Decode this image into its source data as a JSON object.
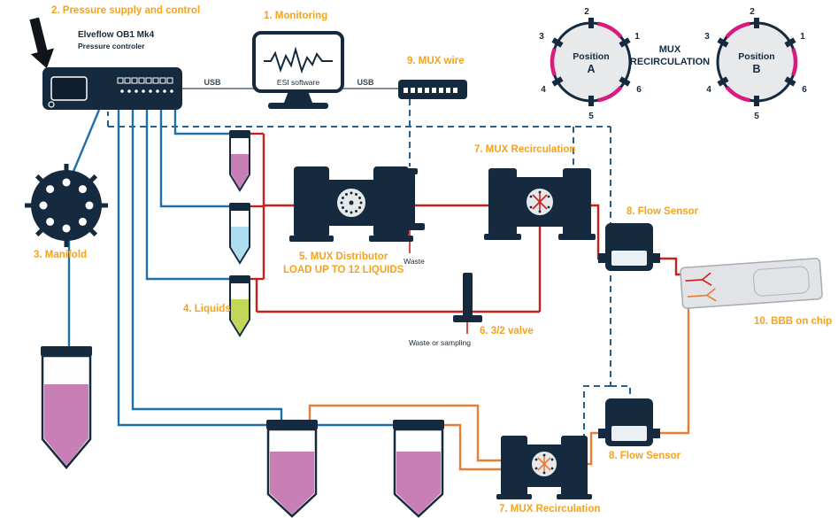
{
  "diagram": {
    "title_labels": {
      "pressure_supply": "2. Pressure supply and control",
      "monitoring": "1. Monitoring",
      "mux_wire": "9. MUX wire",
      "manifold": "3. Manifold",
      "liquids": "4. Liquids",
      "mux_distributor": "5. MUX Distributor",
      "load_up": "LOAD UP TO 12 LIQUIDS",
      "valve_32": "6. 3/2 valve",
      "mux_recirc_top": "7. MUX Recirculation",
      "mux_recirc_bottom": "7. MUX Recirculation",
      "flow_sensor_top": "8. Flow Sensor",
      "flow_sensor_bottom": "8. Flow Sensor",
      "bbb_chip": "10. BBB on chip"
    },
    "small_labels": {
      "waste": "Waste",
      "waste_or_sampling": "Waste or sampling",
      "usb_left": "USB",
      "usb_right": "USB"
    },
    "controller": {
      "line1": "Elveflow OB1 Mk4",
      "line2": "Pressure controler"
    },
    "monitor": {
      "software": "ESI software"
    },
    "valve_positions": {
      "header_line1": "MUX",
      "header_line2": "RECIRCULATION",
      "a": {
        "word": "Position",
        "letter": "A",
        "ports": [
          "2",
          "1",
          "6",
          "5",
          "4",
          "3"
        ]
      },
      "b": {
        "word": "Position",
        "letter": "B",
        "ports": [
          "2",
          "1",
          "6",
          "5",
          "4",
          "3"
        ]
      }
    },
    "colors": {
      "navy": "#152A3E",
      "label_orange": "#F6A21C",
      "pressure_tube_blue": "#1D71A8",
      "liquid_tube_red": "#C8201D",
      "recirc_tube_orange": "#E87E36",
      "control_wire_dashed": "#2C5F88",
      "valve_arc_pink": "#D81B7F",
      "liquid_pink": "#C77FB5",
      "liquid_lightblue": "#AEDCEF",
      "liquid_green": "#C3D657",
      "chip_gray": "#E2E3E6"
    }
  }
}
